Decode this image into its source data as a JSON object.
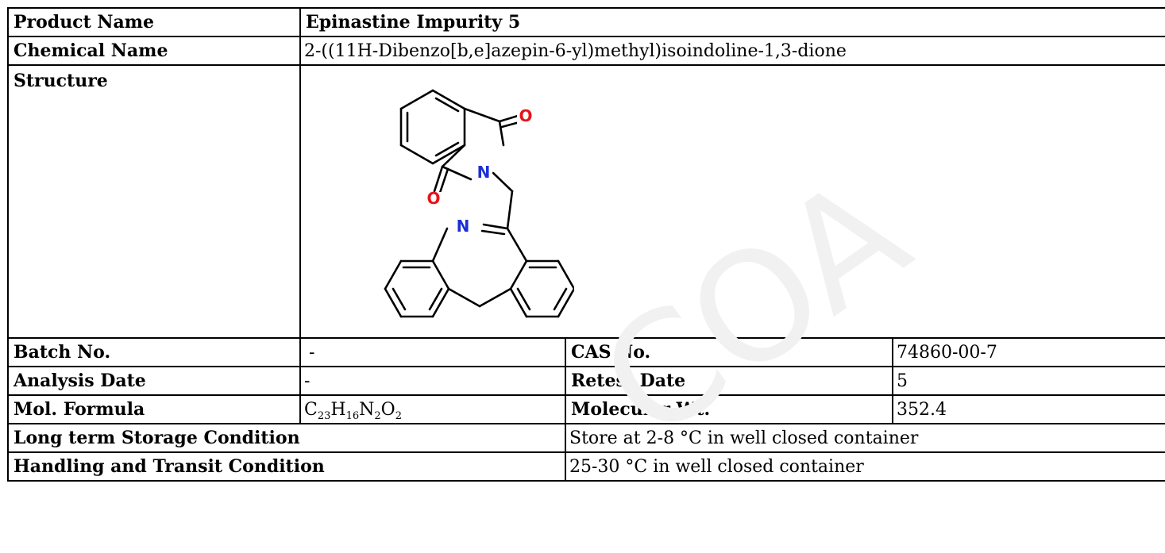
{
  "labels": {
    "product_name": "Product Name",
    "chemical_name": "Chemical Name",
    "structure": "Structure",
    "batch_no": "Batch No.",
    "cas_no": "CAS No.",
    "analysis_date": "Analysis Date",
    "retest_date": "Retest Date",
    "mol_formula": "Mol. Formula",
    "molecular_wt": "Molecular Wt.",
    "long_term_storage": "Long term Storage Condition",
    "handling_transit": "Handling and Transit Condition"
  },
  "values": {
    "product_name": "Epinastine Impurity 5",
    "chemical_name": "2-((11H-Dibenzo[b,e]azepin-6-yl)methyl)isoindoline-1,3-dione",
    "batch_no": "-",
    "cas_no": "74860-00-7",
    "analysis_date": "-",
    "retest_date": "5",
    "molecular_wt": "352.4",
    "long_term_storage": "Store at 2-8 °C in well closed container",
    "handling_transit": "25-30 °C in well closed container"
  },
  "formula": {
    "C": "C",
    "C_count": "23",
    "H": "H",
    "H_count": "16",
    "N": "N",
    "N_count": "2",
    "O": "O",
    "O_count": "2"
  },
  "structure_atoms": {
    "O_top": "O",
    "O_left": "O",
    "N_imide": "N",
    "N_azepine": "N"
  },
  "colors": {
    "oxygen": "#e8141a",
    "nitrogen": "#1a2fd6",
    "bond": "#000000",
    "watermark": "#f1f1f1"
  },
  "watermark": {
    "text": "COA"
  }
}
